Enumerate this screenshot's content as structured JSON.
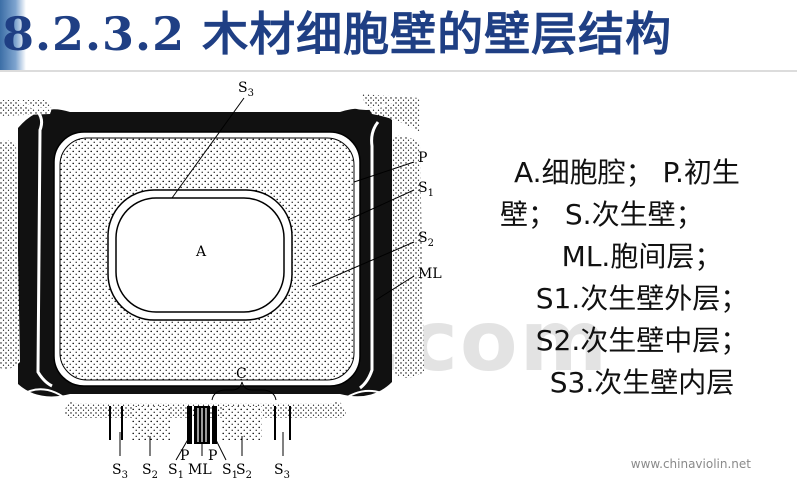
{
  "title": "8.2.3.2 木材细胞壁的壁层结构",
  "diagram": {
    "labels": {
      "s3_top": "S",
      "s3_top_sub": "3",
      "p": "P",
      "s1": "S",
      "s1_sub": "1",
      "s2": "S",
      "s2_sub": "2",
      "ml": "ML",
      "a": "A",
      "c": "C"
    },
    "strip_labels": [
      {
        "text": "S",
        "sub": "3"
      },
      {
        "text": "S",
        "sub": "2"
      },
      {
        "text": "S",
        "sub": "1"
      },
      {
        "text": "ML",
        "sub": ""
      },
      {
        "text": "S",
        "sub": "1"
      },
      {
        "text": "S",
        "sub": "2"
      },
      {
        "text": "S",
        "sub": "3"
      }
    ],
    "strip_p_labels": [
      "P",
      "P"
    ]
  },
  "legend": [
    "A.细胞腔；  P.初生",
    "壁；  S.次生壁；",
    "ML.胞间层；",
    "S1.次生壁外层；",
    "S2.次生壁中层；",
    "S3.次生壁内层"
  ],
  "watermark": "docin.com",
  "site_credit": "www.chinaviolin.net"
}
